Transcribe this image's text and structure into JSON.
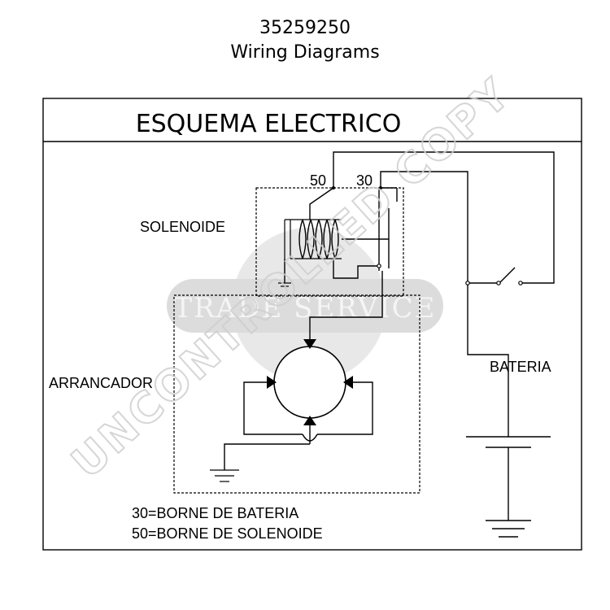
{
  "header": {
    "part_number": "35259250",
    "title": "Wiring Diagrams"
  },
  "diagram": {
    "box_title": "ESQUEMA ELECTRICO",
    "terminal_50": "50",
    "terminal_30": "30",
    "solenoid_label": "SOLENOIDE",
    "starter_label": "ARRANCADOR",
    "battery_label": "BATERIA",
    "legend": [
      "30=BORNE DE BATERIA",
      "50=BORNE DE SOLENOIDE"
    ]
  },
  "watermarks": {
    "stamp": "UNCONTROLLED COPY",
    "logo": "TRADE SERVICE"
  }
}
